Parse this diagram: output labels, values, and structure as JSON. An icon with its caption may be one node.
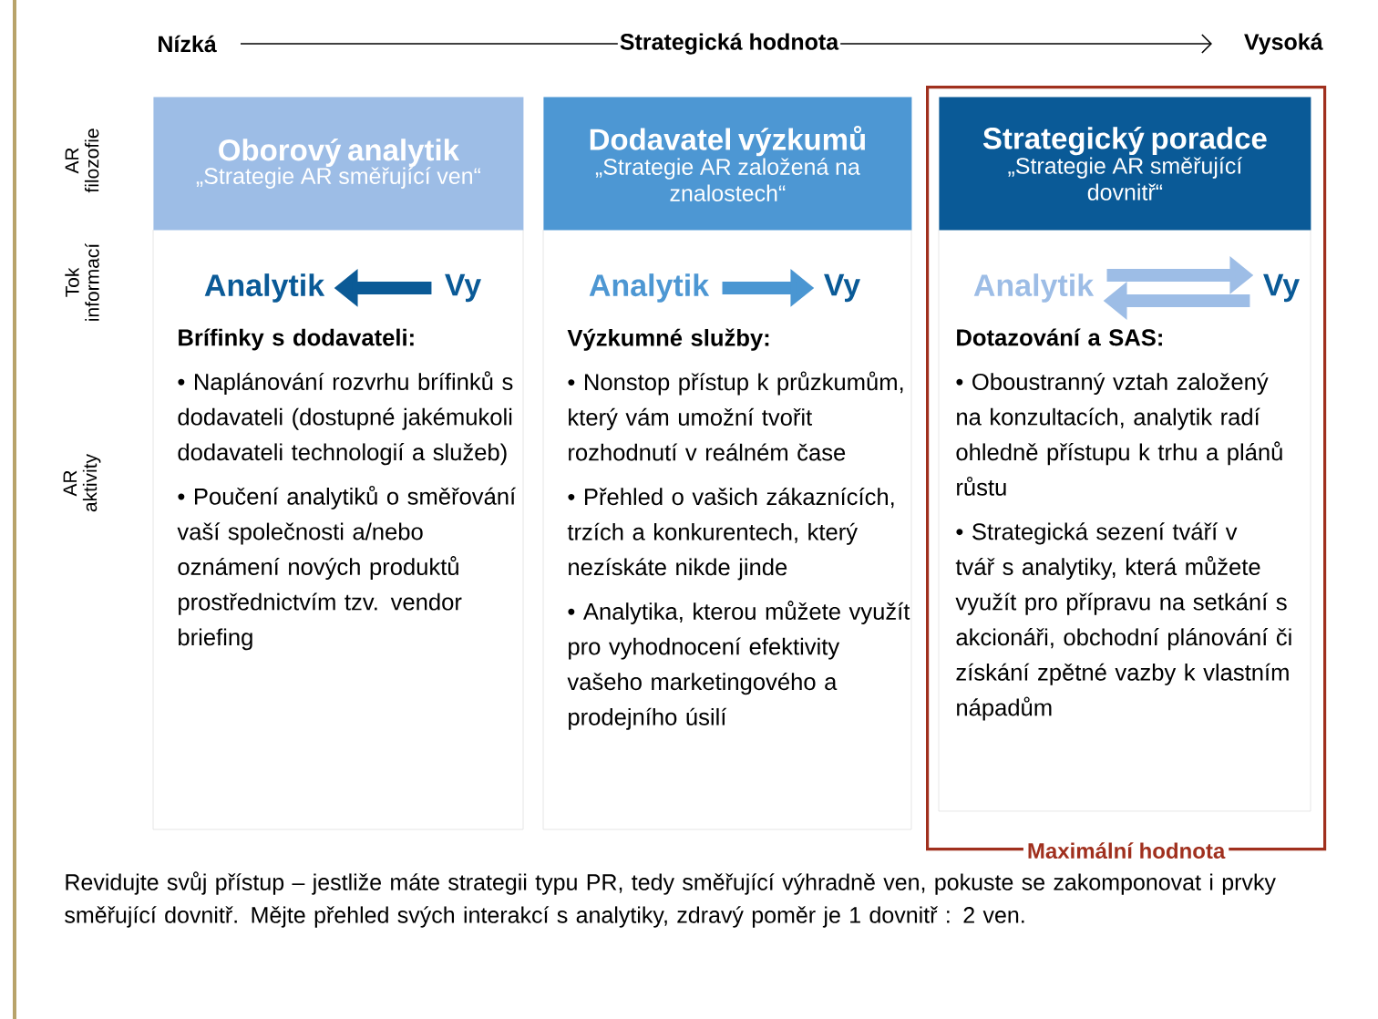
{
  "diagram": {
    "caption": "Revidujte svůj přístup – jestliže máte strategii typu PR, tedy směřující výhradně ven, pokuste se zakomponovat i prvky směřující dovnitř. Mějte přehled svých interakcí s analytiky, zdravý poměr je 1 dovnitř : 2 ven.",
    "nodes": [
      {
        "text": [
          "Oborový analytik",
          "„Strategie AR směřující ven“"
        ]
      },
      {
        "text": [
          "Dodavatel výzkumů",
          "„Strategie AR založená na znalostech“"
        ]
      },
      {
        "text": [
          "Maximální hodnota"
        ]
      },
      {
        "text": [
          "Strategický poradce",
          "„Strategie AR směřující dovnitř“"
        ],
        "in": 2
      },
      {
        "text": [
          "Analytik"
        ]
      },
      {
        "text": [
          "Vy"
        ]
      },
      {
        "text": [
          "Analytik"
        ]
      },
      {
        "text": [
          "Vy"
        ]
      },
      {
        "text": [
          "Analytik"
        ],
        "in": 2
      },
      {
        "text": [
          "Vy"
        ],
        "in": 2
      },
      {
        "text": [
          "Brífinky s dodavateli:",
          "• Naplánování rozvrhu brífinků s dodavateli (dostupné jakémukoli dodavateli technologií a služeb)",
          "• Poučení analytiků o směřování vaší společnosti a/nebo oznámení nových produktů prostřednictvím tzv. vendor briefing"
        ]
      },
      {
        "text": [
          "Výzkumné služby:",
          "• Nonstop přístup k průzkumům, který vám umožní tvořit rozhodnutí v reálném čase",
          "• Přehled o vašich zákaznících, trzích a konkurentech, který nezískáte nikde jinde",
          "• Analytika, kterou můžete využít pro vyhodnocení efektivity vašeho marketingového a prodejního úsilí"
        ]
      },
      {
        "text": [
          "Dotazování a SAS:",
          "• Oboustranný vztah založený na konzultacích, analytik radí ohledně přístupu k trhu a plánů růstu",
          "• Strategická sezení tváří v tvář s analytiky, která můžete využít pro přípravu na setkání s akcionáři, obchodní plánování či získání zpětné vazby k vlastním nápadům"
        ],
        "in": 2
      }
    ],
    "edges": [
      {
        "from": 5,
        "to": 4,
        "arrow": "to",
        "color": "#0b5a96"
      },
      {
        "from": 6,
        "to": 7,
        "arrow": "to",
        "color": "#4a96d2"
      },
      {
        "from": 8,
        "to": 9,
        "arrow": "to",
        "color": "#9dbde6"
      },
      {
        "from": 9,
        "to": 8,
        "arrow": "to",
        "color": "#9dbde6"
      }
    ],
    "labels": [
      "Nízká",
      "Strategická hodnota",
      "Vysoká",
      "AR filozofie",
      "Tok informací",
      "AR aktivity"
    ]
  }
}
